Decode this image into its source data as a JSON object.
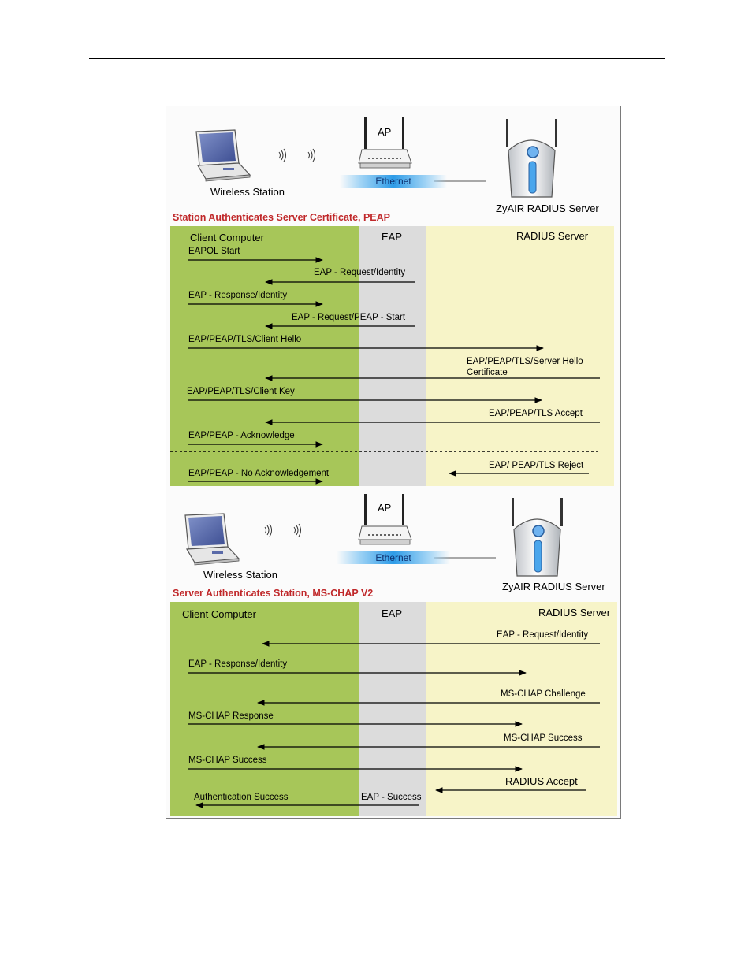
{
  "diagrams": [
    {
      "section_title": "Station Authenticates Server Certificate, PEAP",
      "network": {
        "station_label": "Wireless Station",
        "ap_label": "AP",
        "ethernet_label": "Ethernet",
        "server_label": "ZyAIR RADIUS Server"
      },
      "columns": {
        "client": "Client Computer",
        "eap": "EAP",
        "radius": "RADIUS Server"
      },
      "messages": [
        "EAPOL Start",
        "EAP - Request/Identity",
        "EAP - Response/Identity",
        "EAP - Request/PEAP - Start",
        "EAP/PEAP/TLS/Client Hello",
        "EAP/PEAP/TLS/Server Hello",
        "Certificate",
        "EAP/PEAP/TLS/Client Key",
        "EAP/PEAP/TLS Accept",
        "EAP/PEAP - Acknowledge",
        "EAP/ PEAP/TLS Reject",
        "EAP/PEAP - No Acknowledgement"
      ]
    },
    {
      "section_title": "Server Authenticates Station, MS-CHAP V2",
      "network": {
        "station_label": "Wireless Station",
        "ap_label": "AP",
        "ethernet_label": "Ethernet",
        "server_label": "ZyAIR RADIUS Server"
      },
      "columns": {
        "client": "Client Computer",
        "eap": "EAP",
        "radius": "RADIUS Server"
      },
      "messages": [
        "EAP - Request/Identity",
        "EAP - Response/Identity",
        "MS-CHAP Challenge",
        "MS-CHAP Response",
        "MS-CHAP Success",
        "MS-CHAP Success",
        "RADIUS  Accept",
        "Authentication Success",
        "EAP - Success"
      ]
    }
  ],
  "colors": {
    "client_column": "#a7c659",
    "eap_column": "#dcdcdc",
    "radius_column": "#f7f4c8",
    "section_title": "#c0282a"
  }
}
